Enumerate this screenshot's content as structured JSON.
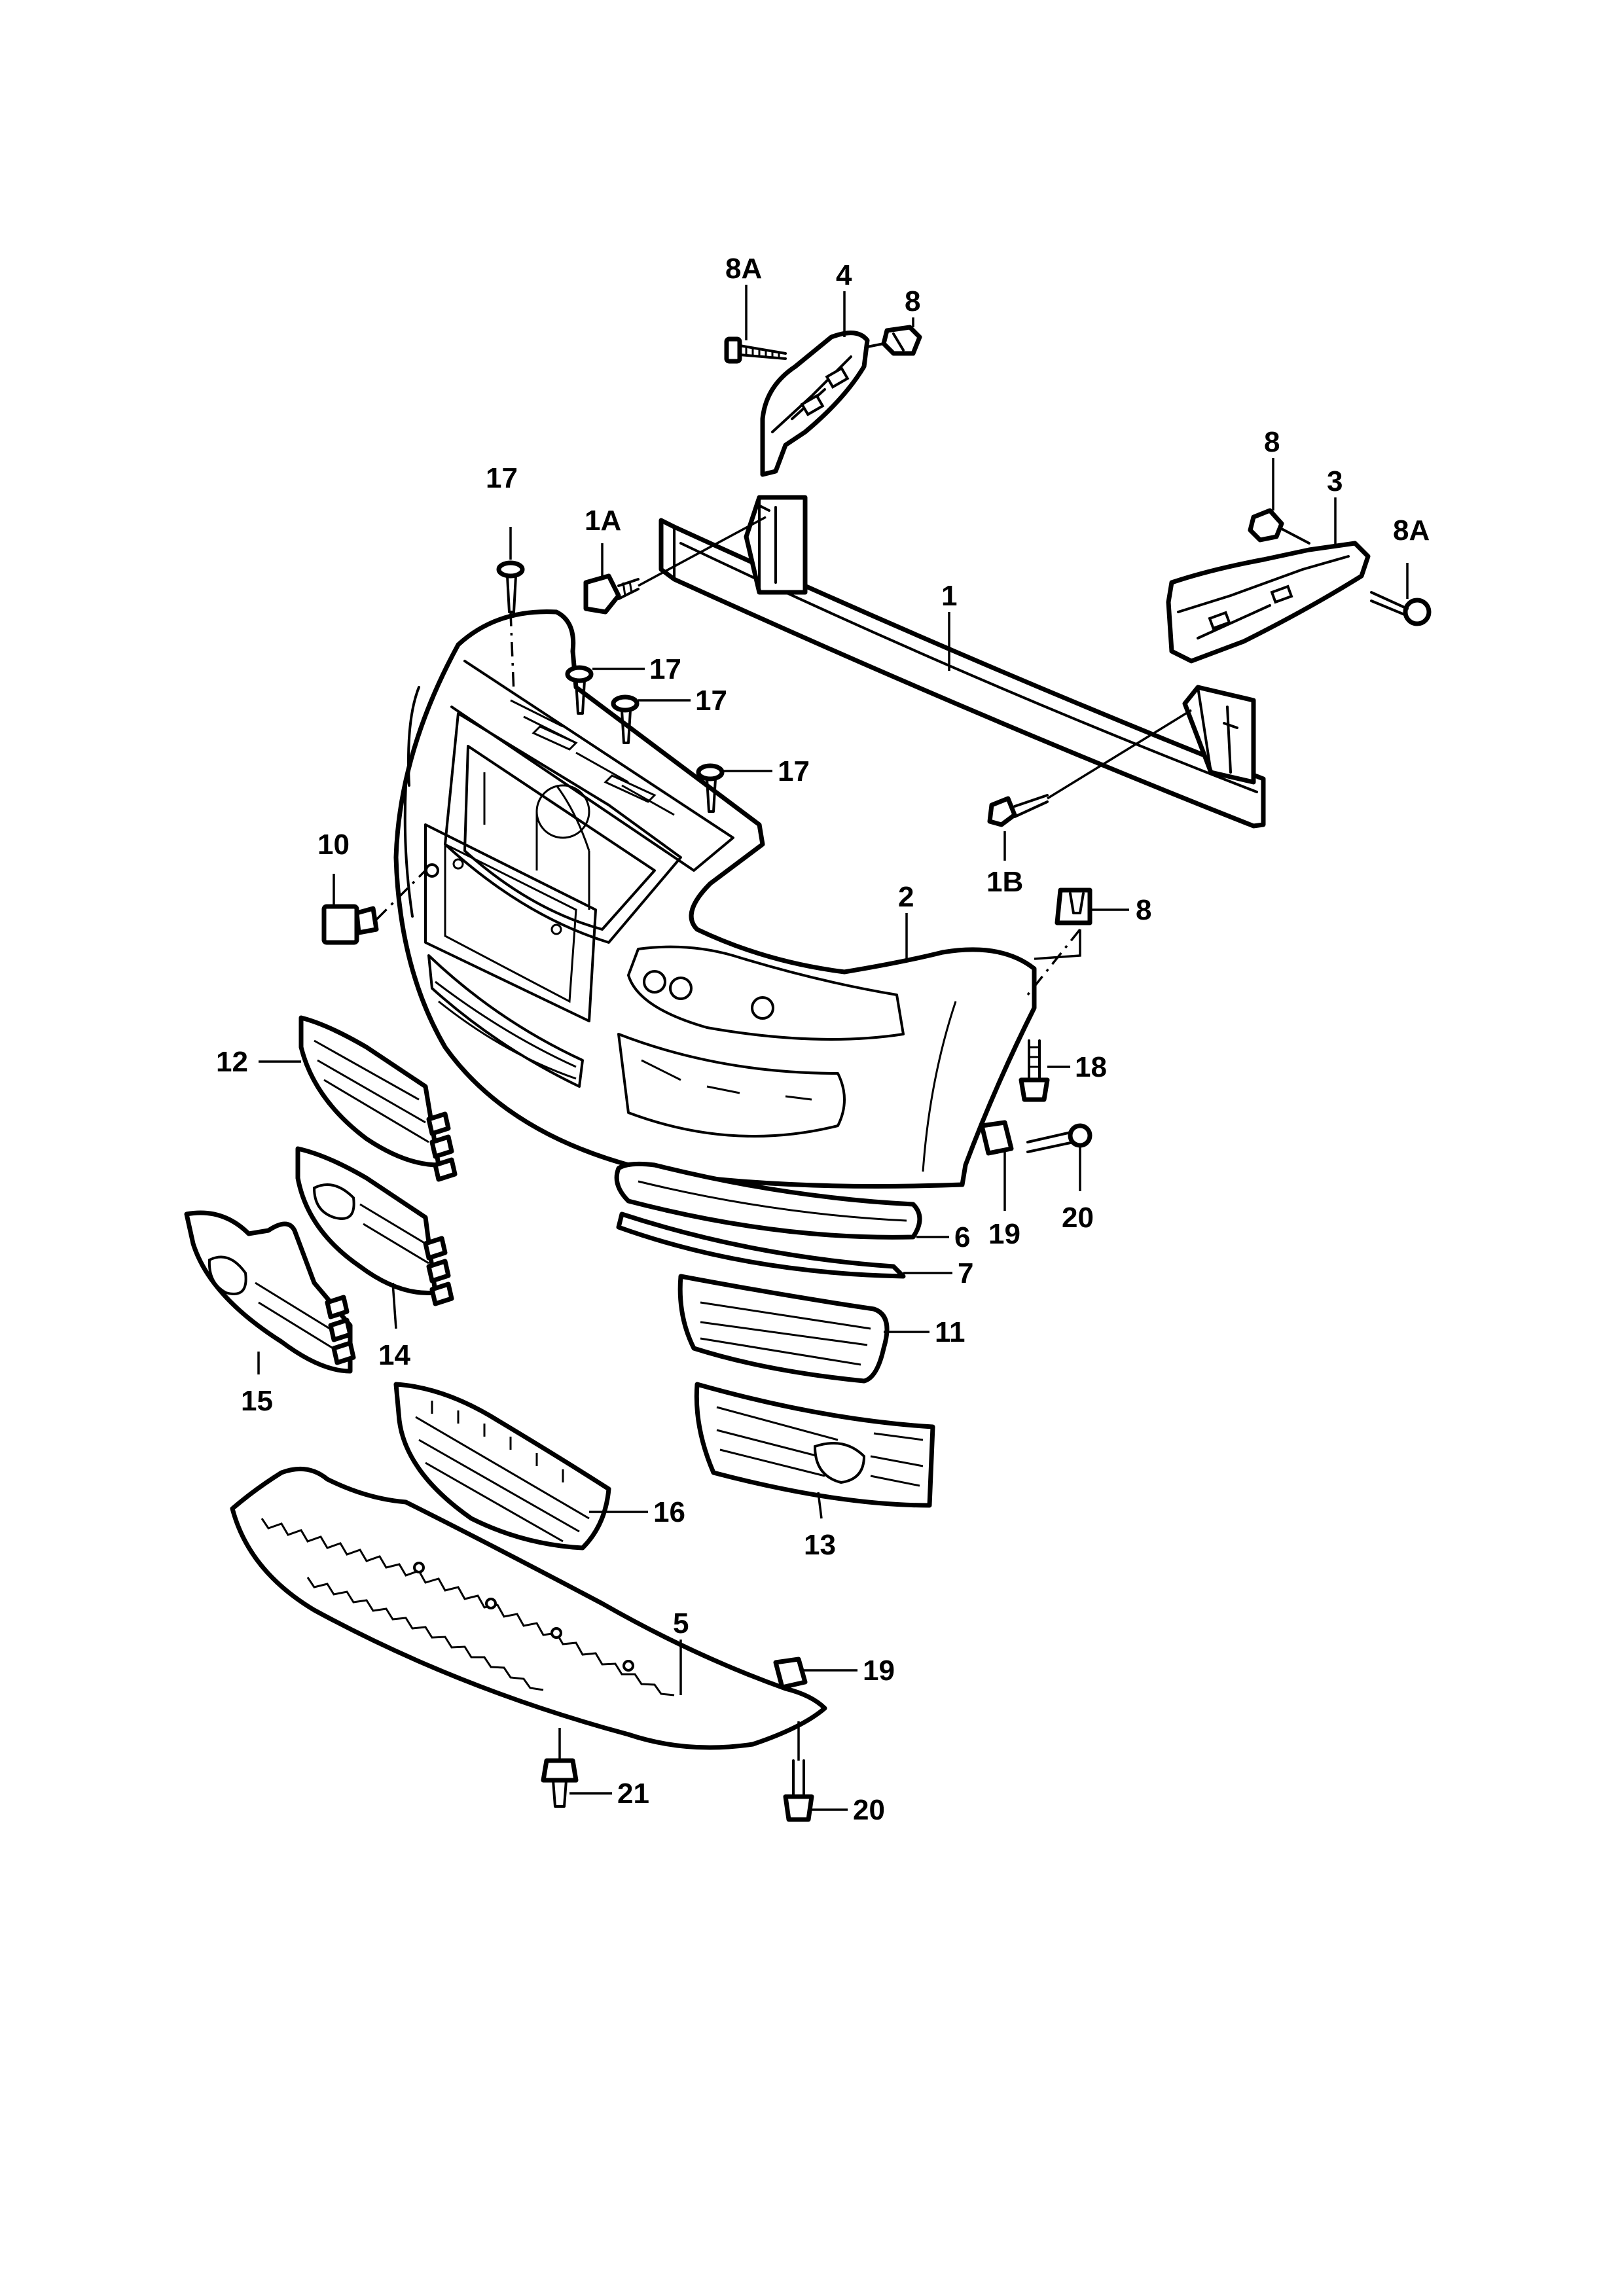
{
  "diagram": {
    "callouts": [
      {
        "id": "c-1",
        "text": "1"
      },
      {
        "id": "c-1a",
        "text": "1A"
      },
      {
        "id": "c-1b",
        "text": "1B"
      },
      {
        "id": "c-2",
        "text": "2"
      },
      {
        "id": "c-3",
        "text": "3"
      },
      {
        "id": "c-4",
        "text": "4"
      },
      {
        "id": "c-5",
        "text": "5"
      },
      {
        "id": "c-6",
        "text": "6"
      },
      {
        "id": "c-7",
        "text": "7"
      },
      {
        "id": "c-8-top",
        "text": "8"
      },
      {
        "id": "c-8-right",
        "text": "8"
      },
      {
        "id": "c-8-clip",
        "text": "8"
      },
      {
        "id": "c-8a-left",
        "text": "8A"
      },
      {
        "id": "c-8a-right",
        "text": "8A"
      },
      {
        "id": "c-10",
        "text": "10"
      },
      {
        "id": "c-11",
        "text": "11"
      },
      {
        "id": "c-12",
        "text": "12"
      },
      {
        "id": "c-13",
        "text": "13"
      },
      {
        "id": "c-14",
        "text": "14"
      },
      {
        "id": "c-15",
        "text": "15"
      },
      {
        "id": "c-16",
        "text": "16"
      },
      {
        "id": "c-17-a",
        "text": "17"
      },
      {
        "id": "c-17-b",
        "text": "17"
      },
      {
        "id": "c-17-c",
        "text": "17"
      },
      {
        "id": "c-17-d",
        "text": "17"
      },
      {
        "id": "c-18",
        "text": "18"
      },
      {
        "id": "c-19-a",
        "text": "19"
      },
      {
        "id": "c-19-b",
        "text": "19"
      },
      {
        "id": "c-20-a",
        "text": "20"
      },
      {
        "id": "c-20-b",
        "text": "20"
      },
      {
        "id": "c-21",
        "text": "21"
      }
    ]
  }
}
